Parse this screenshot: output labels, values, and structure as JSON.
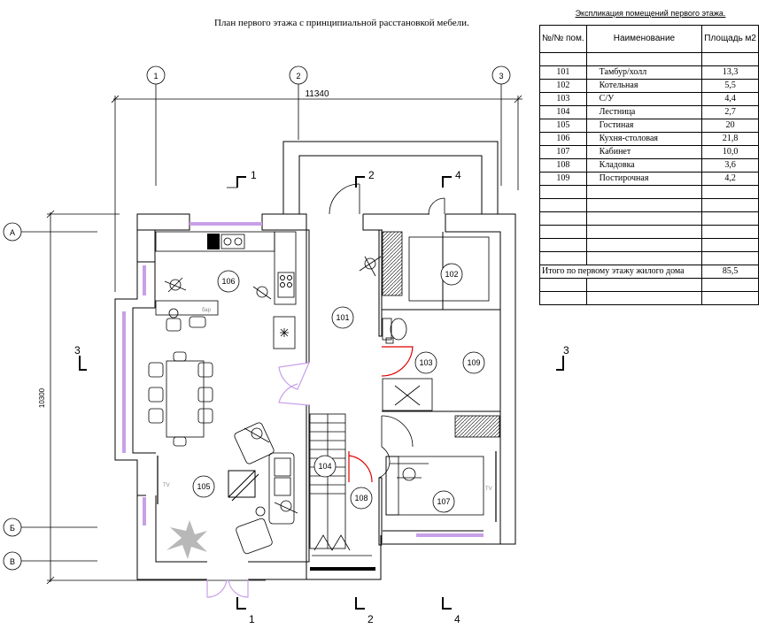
{
  "plan": {
    "title": "План первого этажа с принципиальной расстановкой мебели.",
    "overall_width": "11340",
    "overall_height": "10300",
    "axes_vertical": [
      "1",
      "2",
      "3"
    ],
    "axes_horizontal": [
      "А",
      "Б",
      "В"
    ],
    "section_marks": {
      "s1": "1",
      "s2": "2",
      "s3": "3",
      "s4": "4"
    },
    "rooms": [
      {
        "num": "101"
      },
      {
        "num": "102"
      },
      {
        "num": "103"
      },
      {
        "num": "104"
      },
      {
        "num": "105"
      },
      {
        "num": "106"
      },
      {
        "num": "107"
      },
      {
        "num": "108"
      },
      {
        "num": "109"
      }
    ],
    "labels": {
      "bar": "бар",
      "tv_living": "TV",
      "tv_study": "TV"
    }
  },
  "table": {
    "caption": "Экспликация помещений первого этажа.",
    "headers": [
      "№/№ пом.",
      "Наименование",
      "Площадь м2"
    ],
    "rows": [
      {
        "num": "101",
        "name": "Тамбур/холл",
        "area": "13,3"
      },
      {
        "num": "102",
        "name": "Котельная",
        "area": "5,5"
      },
      {
        "num": "103",
        "name": "С/У",
        "area": "4,4"
      },
      {
        "num": "104",
        "name": "Лестница",
        "area": "2,7"
      },
      {
        "num": "105",
        "name": "Гостиная",
        "area": "20"
      },
      {
        "num": "106",
        "name": "Кухня-столовая",
        "area": "21,8"
      },
      {
        "num": "107",
        "name": "Кабинет",
        "area": "10,0"
      },
      {
        "num": "108",
        "name": "Кладовка",
        "area": "3,6"
      },
      {
        "num": "109",
        "name": "Постирочная",
        "area": "4,2"
      }
    ],
    "total_label": "Итого по первому этажу жилого дома",
    "total_value": "85,5"
  },
  "colors": {
    "window": "#c8a0e8",
    "door_red": "#e00000",
    "line": "#000000"
  }
}
